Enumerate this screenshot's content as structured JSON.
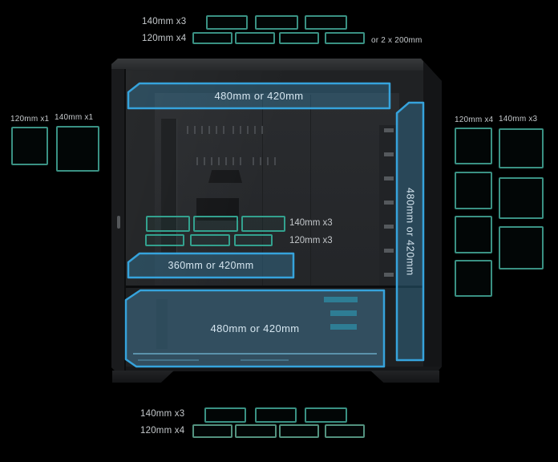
{
  "title": "PC case fan and radiator support diagram",
  "colors": {
    "background": "#000000",
    "teal_outline": "#3a9183",
    "blue_border": "#36a3dc",
    "blue_fill": "rgba(62,148,193,0.33)",
    "label_text": "#c5c9cc",
    "overlay_text": "#d6e6f0"
  },
  "top_group": {
    "rows": [
      {
        "label": "140mm x3",
        "count": 3
      },
      {
        "label": "120mm x4",
        "count": 4
      }
    ],
    "note": "or 2 x 200mm"
  },
  "left_group": {
    "items": [
      {
        "label": "120mm x1",
        "count": 1
      },
      {
        "label": "140mm x1",
        "count": 1
      }
    ]
  },
  "right_group": {
    "columns": [
      {
        "label": "120mm x4",
        "count": 4
      },
      {
        "label": "140mm x3",
        "count": 3
      }
    ]
  },
  "bottom_group": {
    "rows": [
      {
        "label": "140mm x3",
        "count": 3
      },
      {
        "label": "120mm x4",
        "count": 4
      }
    ]
  },
  "case": {
    "overlays": {
      "top_radiator": "480mm or 420mm",
      "rear_radiator": "480mm or 420mm",
      "mid_radiator": "360mm or 420mm",
      "bottom_radiator": "480mm or 420mm"
    },
    "fan_rows": [
      {
        "label": "140mm x3",
        "count": 3
      },
      {
        "label": "120mm x3",
        "count": 3
      }
    ]
  }
}
